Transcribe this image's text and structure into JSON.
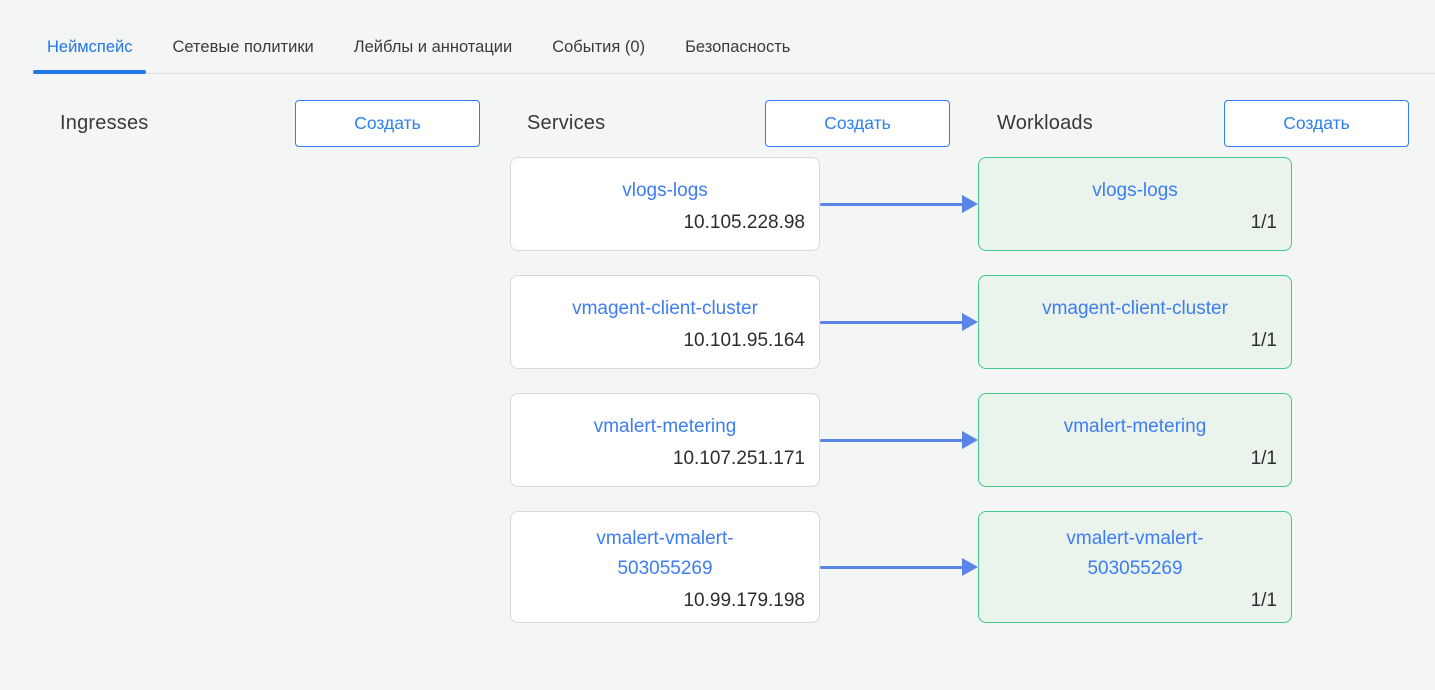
{
  "tabs": {
    "items": [
      {
        "label": "Неймспейс",
        "active": true
      },
      {
        "label": "Сетевые политики",
        "active": false
      },
      {
        "label": "Лейблы и аннотации",
        "active": false
      },
      {
        "label": "События (0)",
        "active": false
      },
      {
        "label": "Безопасность",
        "active": false
      }
    ]
  },
  "columns": {
    "ingresses": {
      "title": "Ingresses",
      "create_label": "Создать"
    },
    "services": {
      "title": "Services",
      "create_label": "Создать"
    },
    "workloads": {
      "title": "Workloads",
      "create_label": "Создать"
    }
  },
  "rows": [
    {
      "service": {
        "name": "vlogs-logs",
        "cluster_ip": "10.105.228.98"
      },
      "workload": {
        "name": "vlogs-logs",
        "ready": "1/1"
      }
    },
    {
      "service": {
        "name": "vmagent-client-cluster",
        "cluster_ip": "10.101.95.164"
      },
      "workload": {
        "name": "vmagent-client-cluster",
        "ready": "1/1"
      }
    },
    {
      "service": {
        "name": "vmalert-metering",
        "cluster_ip": "10.107.251.171"
      },
      "workload": {
        "name": "vmalert-metering",
        "ready": "1/1"
      }
    },
    {
      "service": {
        "name": "vmalert-vmalert-503055269",
        "cluster_ip": "10.99.179.198"
      },
      "workload": {
        "name": "vmalert-vmalert-503055269",
        "ready": "1/1"
      }
    }
  ],
  "colors": {
    "accent_blue": "#2f80ed",
    "link_blue": "#3d7df4",
    "arrow_blue": "#5b84e8",
    "active_tab_blue": "#2277e8",
    "workload_border_green": "#41c98e",
    "workload_bg_green": "#ebf4ec"
  }
}
